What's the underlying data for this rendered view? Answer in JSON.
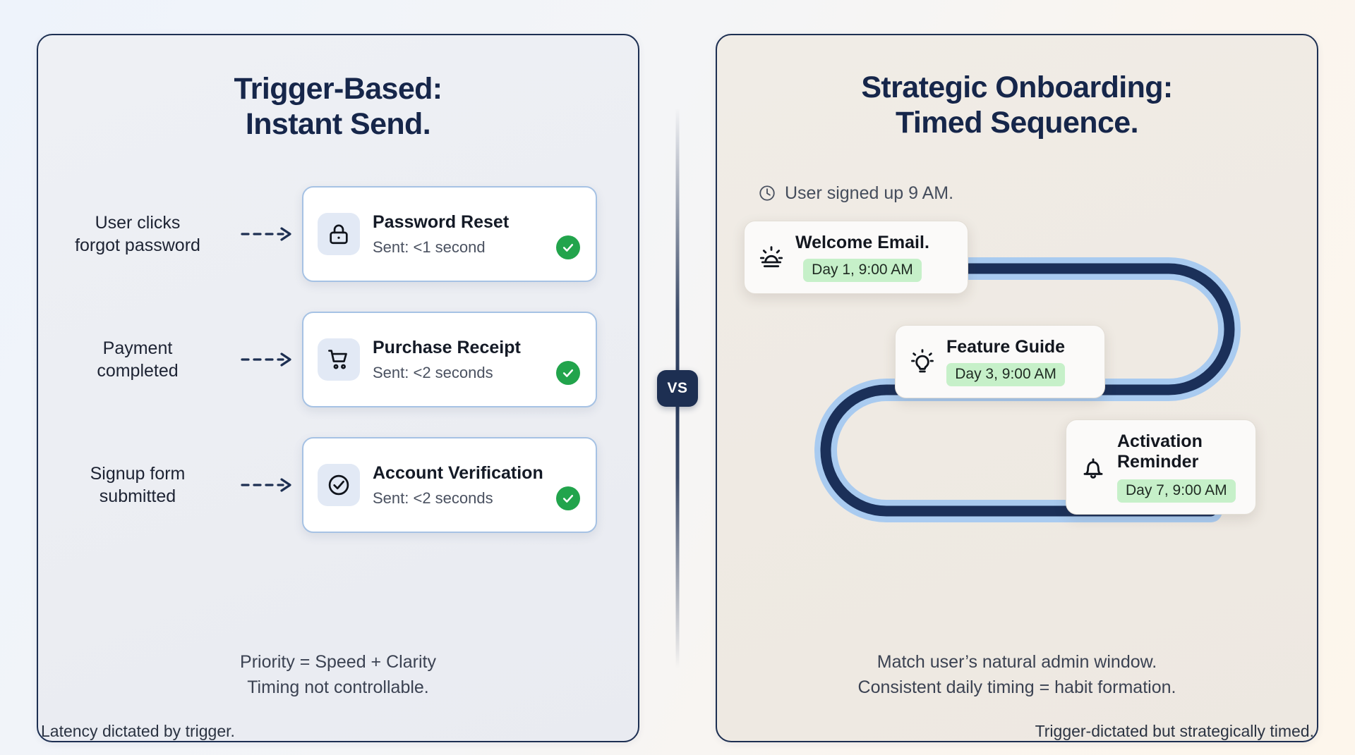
{
  "page": {
    "background_left": "#eef3fb",
    "background_right": "#fdf6ec",
    "accent_navy": "#1d2f52",
    "accent_green": "#22a44c",
    "badge_green_bg": "#c6f0c9",
    "card_border_blue": "#a6c2e4",
    "path_dark": "#1b3059",
    "path_light": "#a9cbf0"
  },
  "divider": {
    "vs_label": "VS"
  },
  "left_panel": {
    "title": "Trigger-Based:\nInstant Send.",
    "rows": [
      {
        "trigger_label": "User clicks\nforgot password",
        "arrow_icon": "dashed-arrow-right-icon",
        "card": {
          "icon": "lock-icon",
          "title": "Password Reset",
          "subtitle": "Sent: <1 second",
          "status_icon": "check-circle-icon"
        }
      },
      {
        "trigger_label": "Payment\ncompleted",
        "arrow_icon": "dashed-arrow-right-icon",
        "card": {
          "icon": "shopping-cart-icon",
          "title": "Purchase Receipt",
          "subtitle": "Sent: <2 seconds",
          "status_icon": "check-circle-icon"
        }
      },
      {
        "trigger_label": "Signup form\nsubmitted",
        "arrow_icon": "dashed-arrow-right-icon",
        "card": {
          "icon": "check-circle-outline-icon",
          "title": "Account Verification",
          "subtitle": "Sent: <2 seconds",
          "status_icon": "check-circle-icon"
        }
      }
    ],
    "note": "Priority = Speed + Clarity\nTiming not controllable.",
    "caption": "Latency dictated by trigger."
  },
  "right_panel": {
    "title": "Strategic Onboarding:\nTimed Sequence.",
    "signup": {
      "icon": "clock-icon",
      "text": "User signed up 9 AM."
    },
    "sequence": [
      {
        "icon": "sunrise-icon",
        "title": "Welcome Email.",
        "day_badge": "Day 1, 9:00 AM"
      },
      {
        "icon": "lightbulb-icon",
        "title": "Feature Guide",
        "day_badge": "Day 3, 9:00 AM"
      },
      {
        "icon": "bell-icon",
        "title": "Activation\nReminder",
        "day_badge": "Day 7, 9:00 AM"
      }
    ],
    "note": "Match user’s natural admin window.\nConsistent daily timing = habit formation.",
    "caption": "Trigger-dictated but strategically timed."
  }
}
